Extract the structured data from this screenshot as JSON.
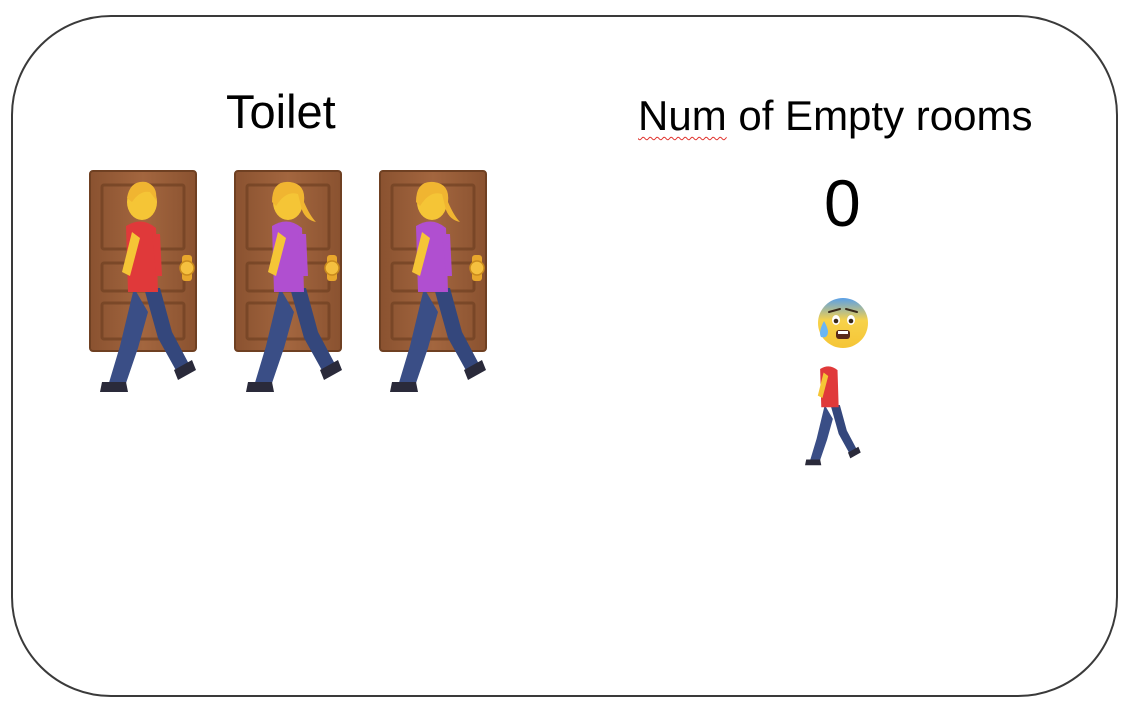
{
  "toilet": {
    "title": "Toilet",
    "stalls": [
      {
        "person": "man-walking-red-shirt"
      },
      {
        "person": "woman-walking-purple-shirt"
      },
      {
        "person": "woman-walking-purple-shirt"
      }
    ]
  },
  "status": {
    "title_word_flagged": "Num",
    "title_rest": " of Empty rooms",
    "count": "0"
  },
  "waiting": {
    "person": "anxious-man-walking-red-shirt"
  },
  "colors": {
    "door": "#9c5f3b",
    "door_dark": "#6f4022",
    "knob": "#f2b83d",
    "shirt_red": "#e0393a",
    "shirt_purple": "#b04fd0",
    "pants": "#3a4e86",
    "skin": "#f5c536",
    "hair": "#f0b531",
    "frame": "#3a3a3a",
    "spellcheck": "#e0302a"
  }
}
